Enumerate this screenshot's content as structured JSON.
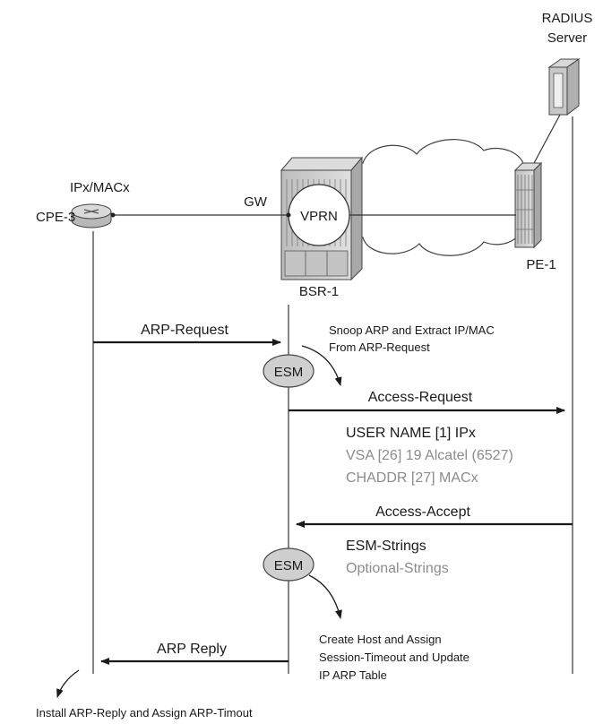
{
  "nodes": {
    "cpe": {
      "name": "CPE-3",
      "addr": "IPx/MACx"
    },
    "bsr": {
      "name": "BSR-1",
      "gw": "GW",
      "vprn": "VPRN"
    },
    "pe": {
      "name": "PE-1"
    },
    "radius": {
      "line1": "RADIUS",
      "line2": "Server"
    }
  },
  "messages": {
    "arp_request": "ARP-Request",
    "snoop_line1": "Snoop ARP and Extract IP/MAC",
    "snoop_line2": "From ARP-Request",
    "esm1": "ESM",
    "access_request": "Access-Request",
    "attr_user": "USER NAME [1] IPx",
    "attr_vsa": "VSA [26] 19 Alcatel (6527)",
    "attr_chaddr": "CHADDR [27] MACx",
    "access_accept": "Access-Accept",
    "esm_strings": "ESM-Strings",
    "optional_strings": "Optional-Strings",
    "esm2": "ESM",
    "arp_reply": "ARP Reply",
    "create_line1": "Create Host and Assign",
    "create_line2": "Session-Timeout and Update",
    "create_line3": "IP ARP Table",
    "install": "Install ARP-Reply and Assign ARP-Timout"
  },
  "colors": {
    "cloud_fill": "#ffffff",
    "device_fill": "#cfcfcf",
    "esm_fill": "#cfcfcf",
    "gray_text": "#8c8c8c"
  }
}
